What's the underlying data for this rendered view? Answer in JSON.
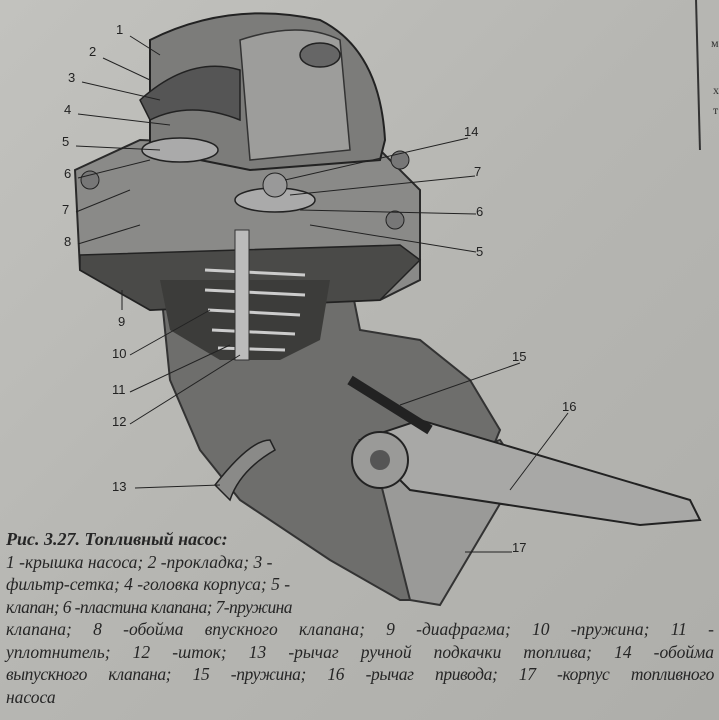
{
  "figure": {
    "callouts": [
      {
        "id": "c1",
        "label": "1"
      },
      {
        "id": "c2",
        "label": "2"
      },
      {
        "id": "c3",
        "label": "3"
      },
      {
        "id": "c4",
        "label": "4"
      },
      {
        "id": "c5",
        "label": "5"
      },
      {
        "id": "c6",
        "label": "6"
      },
      {
        "id": "c7",
        "label": "7"
      },
      {
        "id": "c8",
        "label": "8"
      },
      {
        "id": "c9",
        "label": "9"
      },
      {
        "id": "c10",
        "label": "10"
      },
      {
        "id": "c11",
        "label": "11"
      },
      {
        "id": "c12",
        "label": "12"
      },
      {
        "id": "c13",
        "label": "13"
      },
      {
        "id": "c14",
        "label": "14"
      },
      {
        "id": "c7r",
        "label": "7"
      },
      {
        "id": "c6r",
        "label": "6"
      },
      {
        "id": "c5r",
        "label": "5"
      },
      {
        "id": "c15",
        "label": "15"
      },
      {
        "id": "c16",
        "label": "16"
      },
      {
        "id": "c17",
        "label": "17"
      }
    ]
  },
  "caption": {
    "title": "Рис. 3.27. Топливный насос:",
    "lines": [
      "1 -крышка насоса; 2 -прокладка; 3 -",
      "фильтр-сетка; 4 -головка корпуса; 5 -",
      "клапан; 6 -пластина клапана; 7-пружина",
      "клапана; 8 -обойма впускного клапана; 9 -диафрагма; 10 -пружина; 11 -",
      "уплотнитель; 12 -шток; 13 -рычаг ручной подкачки топлива; 14 -обойма",
      "выпускного клапана; 15 -пружина; 16 -рычаг привода; 17 -корпус топливного",
      "насоса"
    ]
  },
  "margin_letters": [
    "м",
    "х",
    "т"
  ]
}
